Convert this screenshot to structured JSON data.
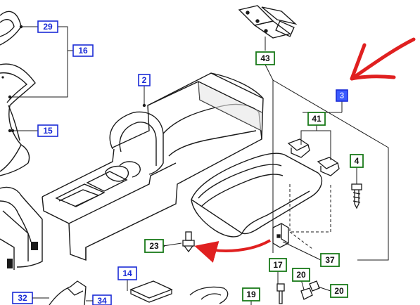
{
  "colors": {
    "line": "#1a1a1a",
    "blue_box": "#1a2bd6",
    "blue_text": "#1a2bd6",
    "green_box": "#1a7a1a",
    "green_text": "#111111",
    "highlight_fill": "#3b5bff",
    "highlight_text": "#c8d2ff",
    "arrow_red": "#e02020",
    "shade": "#e6e6e6"
  },
  "callouts": {
    "c29": "29",
    "c16": "16",
    "c15": "15",
    "c2": "2",
    "c43": "43",
    "c3": "3",
    "c41": "41",
    "c4": "4",
    "c23": "23",
    "c37": "37",
    "c17": "17",
    "c20a": "20",
    "c20b": "20",
    "c19": "19",
    "c14": "14",
    "c32": "32",
    "c34": "34"
  }
}
